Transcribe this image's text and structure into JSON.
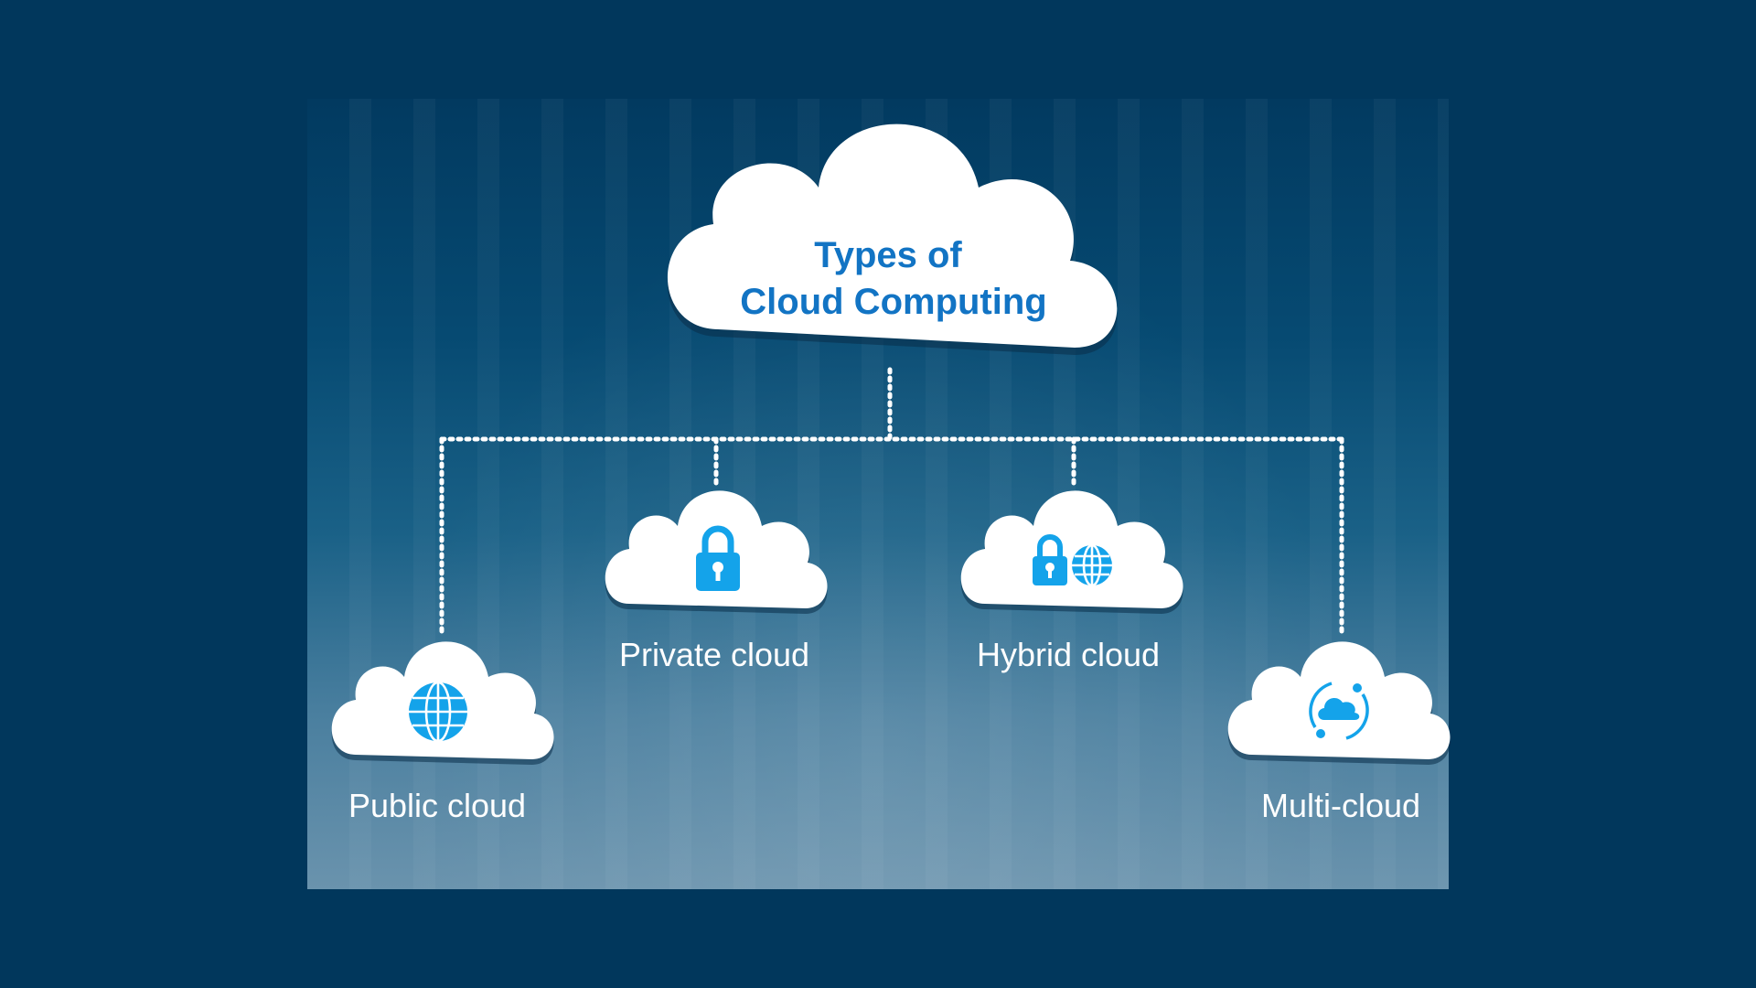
{
  "root": {
    "title_line1": "Types of",
    "title_line2": "Cloud Computing"
  },
  "nodes": [
    {
      "label": "Public cloud",
      "icon": "globe-icon"
    },
    {
      "label": "Private cloud",
      "icon": "padlock-icon"
    },
    {
      "label": "Hybrid cloud",
      "icon": "padlock-globe-icon"
    },
    {
      "label": "Multi-cloud",
      "icon": "cloud-sync-icon"
    }
  ],
  "colors": {
    "background": "#01375c",
    "title": "#1274c4",
    "icon": "#14a3ea",
    "cloud": "#ffffff",
    "label": "#ffffff"
  }
}
